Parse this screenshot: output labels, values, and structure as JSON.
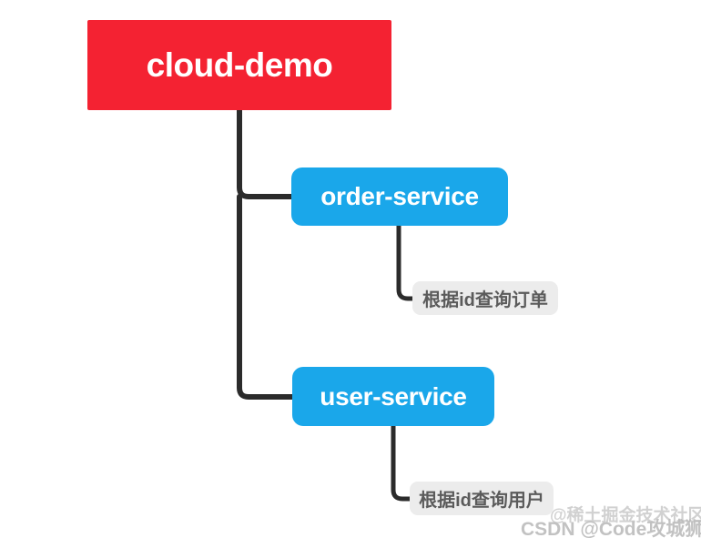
{
  "diagram": {
    "type": "tree",
    "background_color": "#ffffff",
    "connector_color": "#2b2b2b",
    "nodes": {
      "root": {
        "label": "cloud-demo",
        "color": "#f42232",
        "text_color": "#ffffff",
        "shape": "rectangle"
      },
      "order_service": {
        "label": "order-service",
        "color": "#1aa7ea",
        "text_color": "#ffffff",
        "shape": "rounded-rectangle"
      },
      "user_service": {
        "label": "user-service",
        "color": "#1aa7ea",
        "text_color": "#ffffff",
        "shape": "rounded-rectangle"
      },
      "order_leaf": {
        "label": "根据id查询订单",
        "color": "#ececec",
        "text_color": "#5b5b5b",
        "shape": "rounded-rectangle"
      },
      "user_leaf": {
        "label": "根据id查询用户",
        "color": "#ececec",
        "text_color": "#5b5b5b",
        "shape": "rounded-rectangle"
      }
    },
    "edges": [
      {
        "from": "root",
        "to": "order_service"
      },
      {
        "from": "root",
        "to": "user_service"
      },
      {
        "from": "order_service",
        "to": "order_leaf"
      },
      {
        "from": "user_service",
        "to": "user_leaf"
      }
    ]
  },
  "watermarks": {
    "juejin": "@稀土掘金技术社区",
    "csdn": "CSDN @Code攻城狮"
  }
}
